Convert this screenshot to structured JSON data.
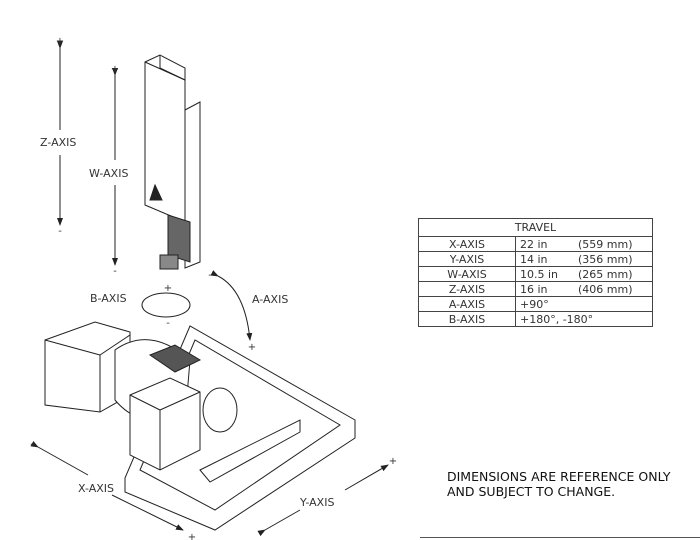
{
  "drawing": {
    "labels": {
      "z_axis": "Z-AXIS",
      "w_axis": "W-AXIS",
      "b_axis": "B-AXIS",
      "a_axis": "A-AXIS",
      "x_axis": "X-AXIS",
      "y_axis": "Y-AXIS"
    },
    "signs": {
      "plus": "+",
      "minus": "-"
    }
  },
  "travel_table": {
    "title": "TRAVEL",
    "rows": [
      {
        "axis": "X-AXIS",
        "in": "22 in",
        "mm": "(559 mm)"
      },
      {
        "axis": "Y-AXIS",
        "in": "14 in",
        "mm": "(356 mm)"
      },
      {
        "axis": "W-AXIS",
        "in": "10.5 in",
        "mm": "(265 mm)"
      },
      {
        "axis": "Z-AXIS",
        "in": "16 in",
        "mm": "(406 mm)"
      },
      {
        "axis": "A-AXIS",
        "in": "+90°",
        "mm": ""
      },
      {
        "axis": "B-AXIS",
        "in": "+180°, -180°",
        "mm": ""
      }
    ]
  },
  "note": {
    "line1": "DIMENSIONS ARE REFERENCE ONLY",
    "line2": "AND SUBJECT TO CHANGE."
  }
}
